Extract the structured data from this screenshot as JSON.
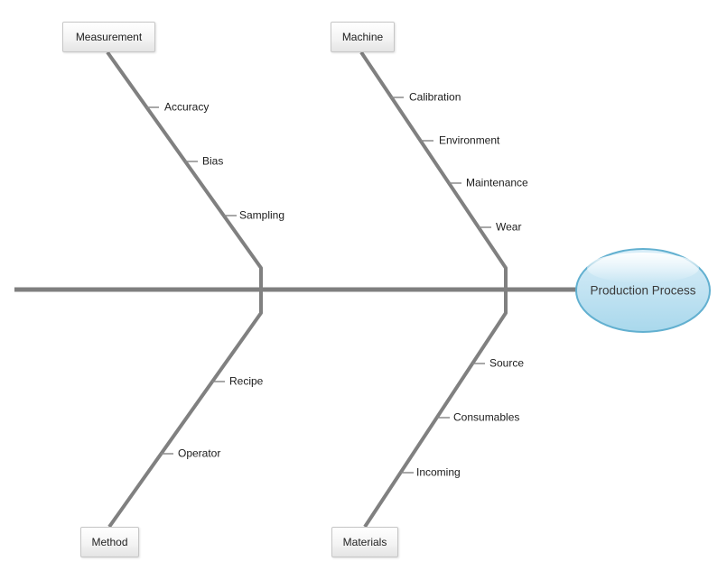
{
  "diagram": {
    "type": "fishbone-cause-effect",
    "effect_label": "Production Process",
    "branches": [
      {
        "id": "measurement",
        "label": "Measurement",
        "position": "top-left",
        "causes": [
          "Accuracy",
          "Bias",
          "Sampling"
        ]
      },
      {
        "id": "machine",
        "label": "Machine",
        "position": "top-right",
        "causes": [
          "Calibration",
          "Environment",
          "Maintenance",
          "Wear"
        ]
      },
      {
        "id": "method",
        "label": "Method",
        "position": "bottom-left",
        "causes": [
          "Recipe",
          "Operator"
        ]
      },
      {
        "id": "materials",
        "label": "Materials",
        "position": "bottom-right",
        "causes": [
          "Source",
          "Consumables",
          "Incoming"
        ]
      }
    ],
    "colors": {
      "spine_line": "#7f7f7f",
      "branch_line": "#808080",
      "tick_line": "#8a8a8a",
      "box_border": "#c6c6c6",
      "box_fill_top": "#ffffff",
      "box_fill_bottom": "#e4e4e4",
      "effect_border": "#62b0d0",
      "effect_fill_top": "#d9eef8",
      "effect_fill_bottom": "#a9d8ec",
      "label_text": "#1c1c1c"
    }
  }
}
